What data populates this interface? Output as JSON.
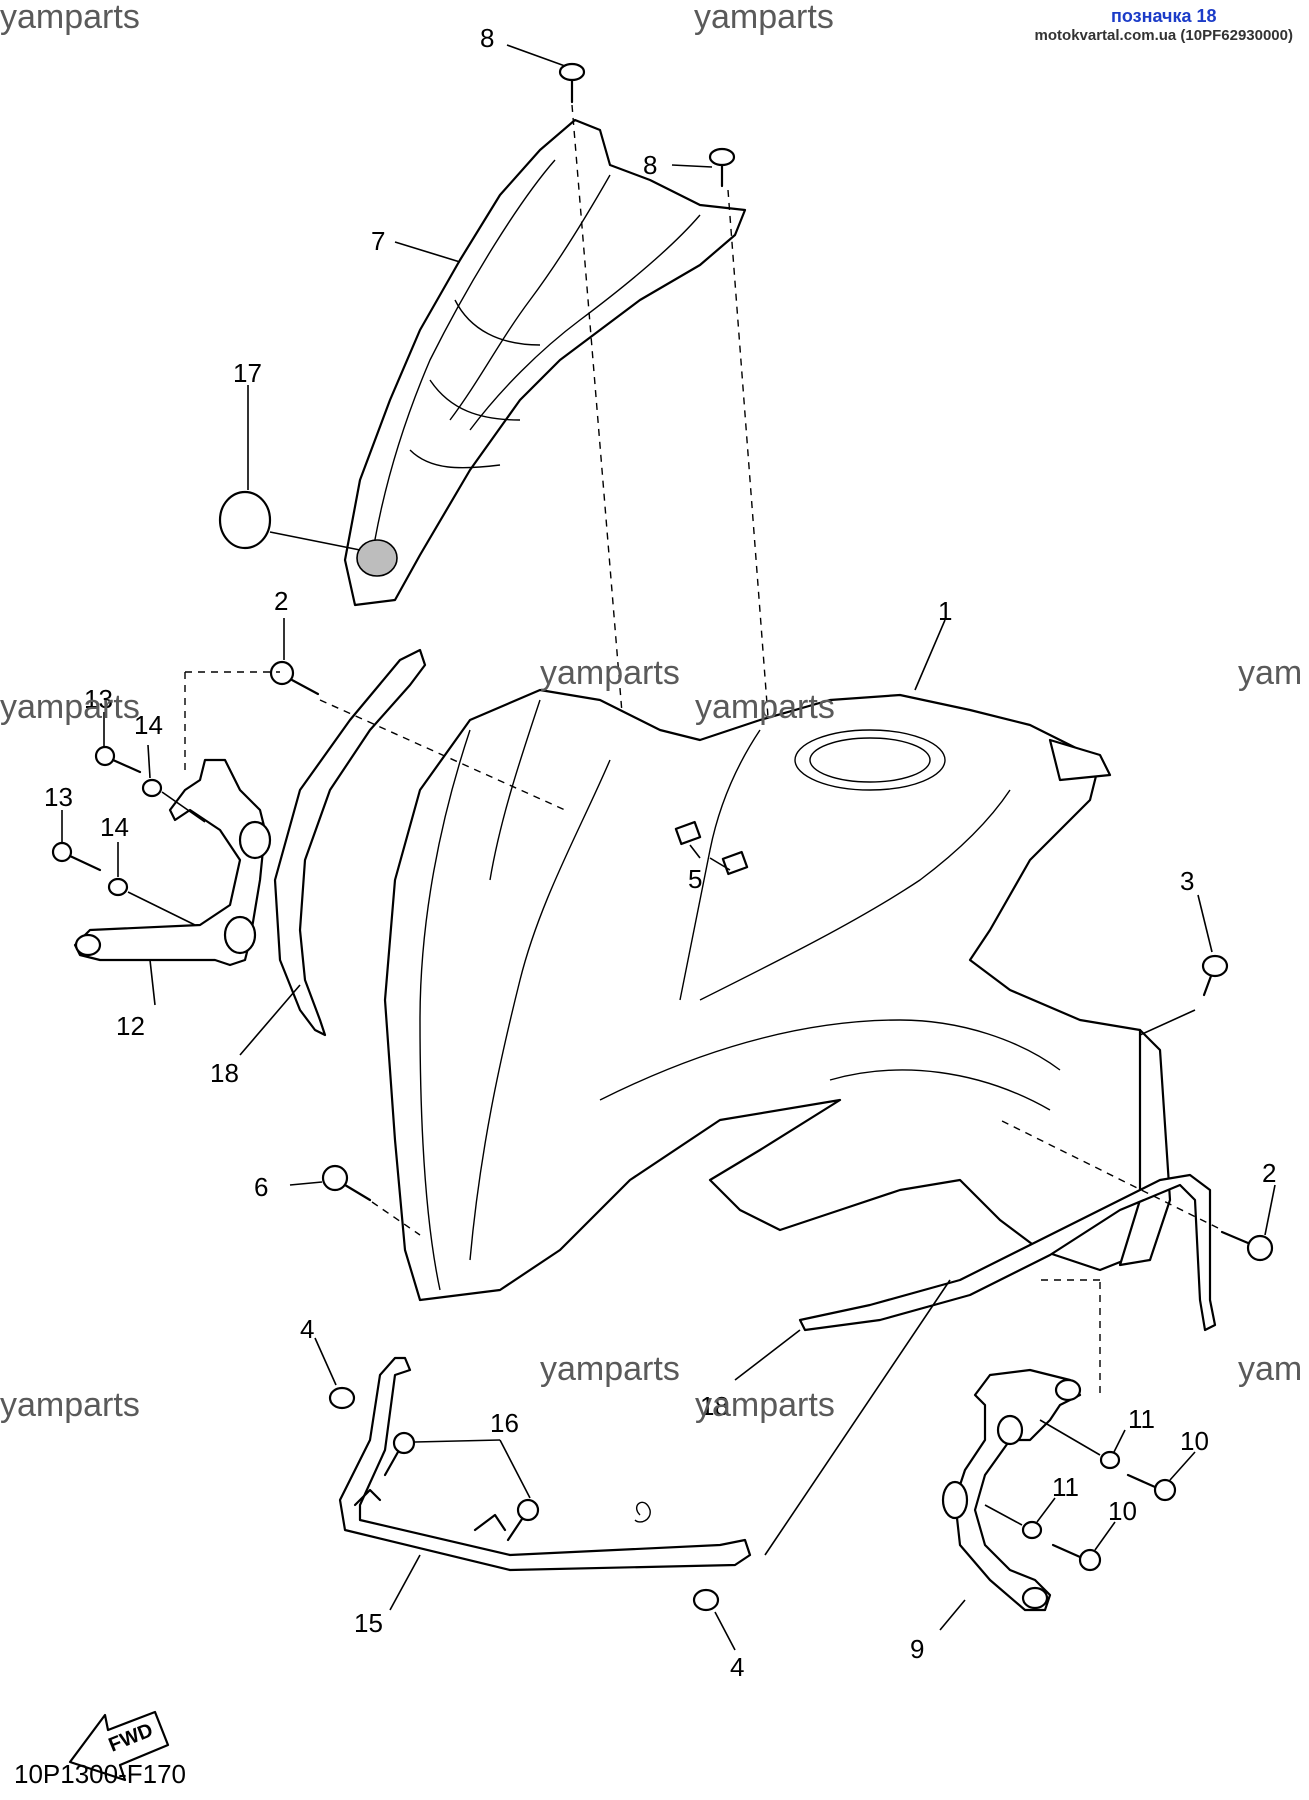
{
  "header": {
    "code": "позначка 18",
    "site": "motokvartal.com.ua (10PF62930000)"
  },
  "watermarks": [
    "yamparts",
    "yamparts",
    "yamparts",
    "yamparts",
    "yam",
    "yamparts",
    "yamparts",
    "yamparts",
    "yam"
  ],
  "callouts": [
    "8",
    "8",
    "7",
    "17",
    "2",
    "1",
    "13",
    "14",
    "13",
    "14",
    "5",
    "3",
    "12",
    "18",
    "6",
    "2",
    "4",
    "16",
    "18",
    "11",
    "10",
    "11",
    "10",
    "15",
    "4",
    "9"
  ],
  "fwd_label": "FWD",
  "part_number": "10P1300-F170"
}
